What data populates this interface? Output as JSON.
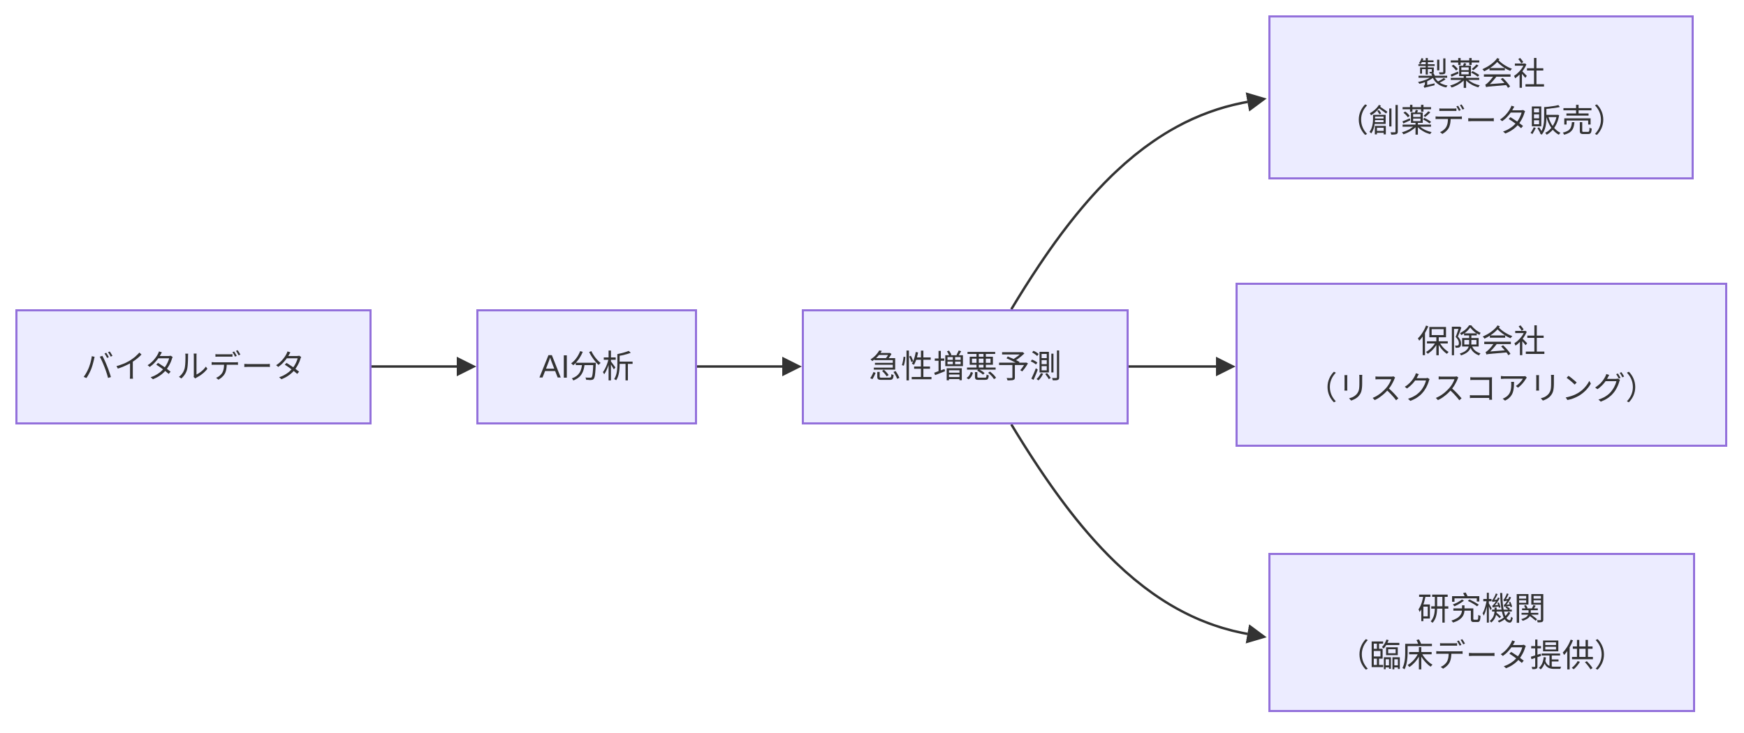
{
  "diagram": {
    "type": "flowchart",
    "direction": "left-to-right",
    "colors": {
      "node_fill": "#ECECFF",
      "node_border": "#9370DB",
      "edge": "#333333",
      "text": "#333333",
      "background": "#FFFFFF"
    },
    "nodes": {
      "vital": {
        "label": "バイタルデータ"
      },
      "ai": {
        "label": "AI分析"
      },
      "predict": {
        "label": "急性増悪予測"
      },
      "pharma": {
        "label": "製薬会社",
        "sublabel": "（創薬データ販売）"
      },
      "insurance": {
        "label": "保険会社",
        "sublabel": "（リスクスコアリング）"
      },
      "research": {
        "label": "研究機関",
        "sublabel": "（臨床データ提供）"
      }
    },
    "edges": [
      {
        "from": "vital",
        "to": "ai"
      },
      {
        "from": "ai",
        "to": "predict"
      },
      {
        "from": "predict",
        "to": "pharma"
      },
      {
        "from": "predict",
        "to": "insurance"
      },
      {
        "from": "predict",
        "to": "research"
      }
    ]
  }
}
